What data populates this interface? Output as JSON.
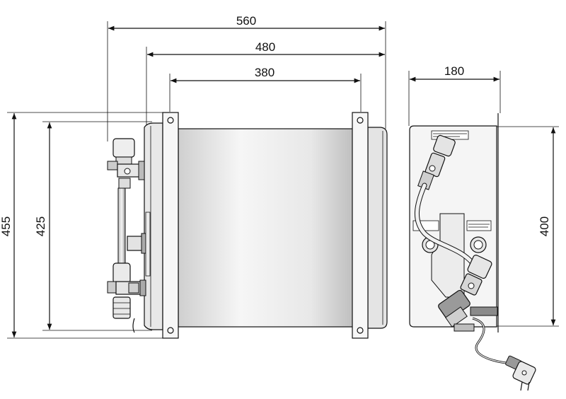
{
  "dimensions": {
    "width_overall": "560",
    "width_body": "480",
    "width_brackets": "380",
    "depth": "180",
    "height_overall": "455",
    "height_body": "425",
    "height_side": "400"
  },
  "colors": {
    "line": "#111111",
    "fill_light": "#f3f3f3",
    "fill_mid": "#dcdcdc",
    "fill_dark": "#9a9a9a"
  },
  "icons": [
    "valve-icon",
    "hose-icon",
    "power-plug-icon",
    "bracket-icon"
  ]
}
